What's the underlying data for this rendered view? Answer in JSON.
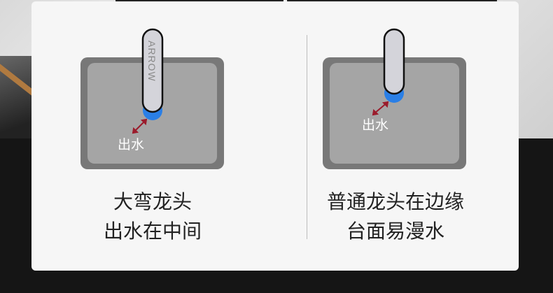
{
  "left": {
    "faucet_brand": "ARROW",
    "water_label": "出水",
    "caption_line1": "大弯龙头",
    "caption_line2": "出水在中间"
  },
  "right": {
    "water_label": "出水",
    "caption_line1": "普通龙头在边缘",
    "caption_line2": "台面易漫水"
  },
  "colors": {
    "sink_rim": "#787878",
    "sink_basin": "#a5a5a5",
    "faucet_body": "#d4d4da",
    "water": "#2a7fe6",
    "arrow": "#9b1c2c",
    "card": "#f6f6f6"
  }
}
